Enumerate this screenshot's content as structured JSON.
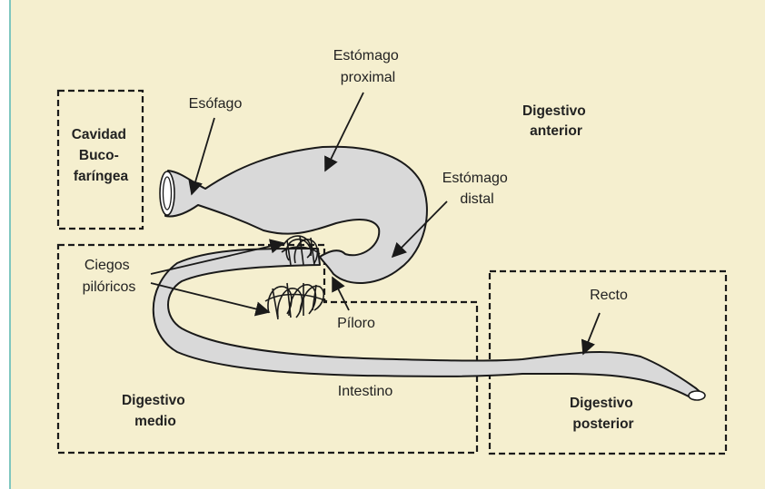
{
  "diagram": {
    "regions": {
      "buccopharyngeal": [
        "Cavidad",
        "Buco-",
        "faríngea"
      ],
      "anterior": [
        "Digestivo",
        "anterior"
      ],
      "middle": [
        "Digestivo",
        "medio"
      ],
      "posterior": [
        "Digestivo",
        "posterior"
      ]
    },
    "labels": {
      "esophagus": "Esófago",
      "proximal_stomach": [
        "Estómago",
        "proximal"
      ],
      "distal_stomach": [
        "Estómago",
        "distal"
      ],
      "pyloric_ceca": [
        "Ciegos",
        "pilóricos"
      ],
      "pylorus": "Píloro",
      "intestine": "Intestino",
      "rectum": "Recto"
    },
    "colors": {
      "background": "#f5efcf",
      "organ_fill": "#d9d9d9",
      "outline": "#1a1a1a",
      "panel_edge": "#7fc6bf"
    }
  }
}
